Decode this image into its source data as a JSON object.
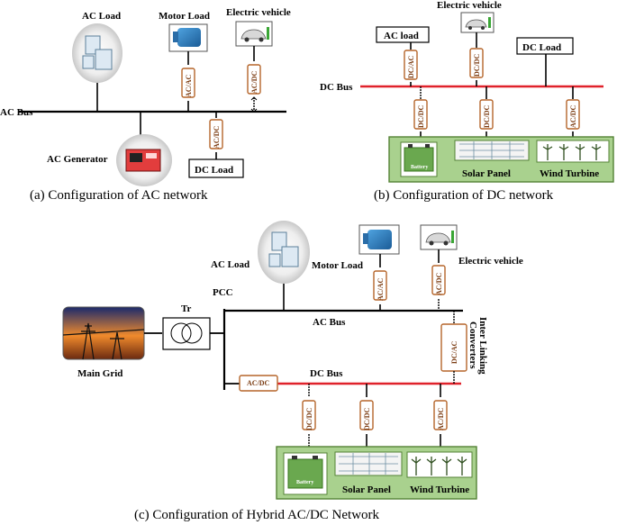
{
  "panel_a": {
    "ac_load": "AC Load",
    "motor_load": "Motor Load",
    "electric_vehicle": "Electric vehicle",
    "ac_bus": "AC Bus",
    "ac_generator": "AC Generator",
    "dc_load": "DC Load",
    "conv_motor": "AC/AC",
    "conv_ev": "AC/DC",
    "conv_dcload": "AC/DC",
    "caption": "(a)  Configuration of AC network"
  },
  "panel_b": {
    "electric_vehicle": "Electric vehicle",
    "ac_load": "AC load",
    "dc_load": "DC Load",
    "dc_bus": "DC Bus",
    "conv_acload": "DC/AC",
    "conv_ev": "DC/DC",
    "conv_battery": "DC/DC",
    "conv_solar": "DC/DC",
    "conv_wind": "AC/DC",
    "battery": "Battery",
    "solar_panel": "Solar Panel",
    "wind_turbine": "Wind Turbine",
    "caption": "(b)  Configuration of DC network"
  },
  "panel_c": {
    "ac_load": "AC Load",
    "motor_load": "Motor Load",
    "electric_vehicle": "Electric vehicle",
    "pcc": "PCC",
    "tr": "Tr",
    "ac_bus": "AC Bus",
    "dc_bus": "DC Bus",
    "main_grid": "Main Grid",
    "ilc_line1": "Inter Linking",
    "ilc_line2": "Converters",
    "conv_motor": "AC/AC",
    "conv_ev": "AC/DC",
    "conv_ilc": "DC/AC",
    "conv_grid": "AC/DC",
    "conv_battery": "DC/DC",
    "conv_solar": "DC/DC",
    "conv_wind": "AC/DC",
    "battery": "Battery",
    "solar_panel": "Solar Panel",
    "wind_turbine": "Wind Turbine",
    "caption": "(c)    Configuration of Hybrid AC/DC Network"
  },
  "colors": {
    "ac_line": "#000000",
    "dc_line": "#e0222b",
    "converter_border": "#b5652a",
    "source_panel": "#a9d18e",
    "source_border": "#548235"
  }
}
